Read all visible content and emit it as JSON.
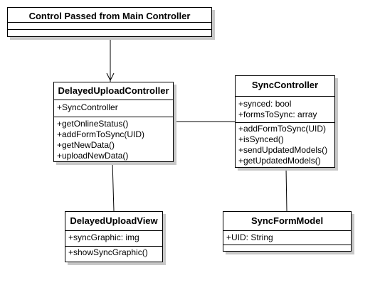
{
  "diagram": {
    "classes": {
      "main_controller": {
        "name": "Control Passed from Main Controller",
        "attributes": [],
        "operations": []
      },
      "delayed_upload_controller": {
        "name": "DelayedUploadController",
        "attributes": [
          "+SyncController"
        ],
        "operations": [
          "+getOnlineStatus()",
          "+addFormToSync(UID)",
          "+getNewData()",
          "+uploadNewData()"
        ]
      },
      "sync_controller": {
        "name": "SyncController",
        "attributes": [
          "+synced: bool",
          "+formsToSync: array"
        ],
        "operations": [
          "+addFormToSync(UID)",
          "+isSynced()",
          "+sendUpdatedModels()",
          "+getUpdatedModels()"
        ]
      },
      "delayed_upload_view": {
        "name": "DelayedUploadView",
        "attributes": [
          "+syncGraphic: img"
        ],
        "operations": [
          "+showSyncGraphic()"
        ]
      },
      "sync_form_model": {
        "name": "SyncFormModel",
        "attributes": [
          "+UID: String"
        ],
        "operations": []
      }
    },
    "connections": [
      {
        "from": "main_controller",
        "to": "delayed_upload_controller",
        "type": "navigable-association"
      },
      {
        "from": "delayed_upload_controller",
        "to": "sync_controller",
        "type": "association"
      },
      {
        "from": "delayed_upload_controller",
        "to": "delayed_upload_view",
        "type": "association"
      },
      {
        "from": "sync_controller",
        "to": "sync_form_model",
        "type": "association"
      }
    ]
  }
}
